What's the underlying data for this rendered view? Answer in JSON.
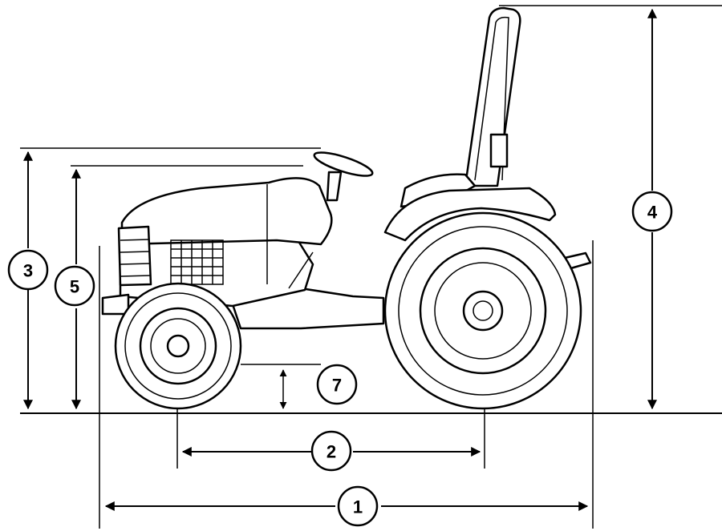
{
  "callouts": [
    {
      "id": "1",
      "label": "1"
    },
    {
      "id": "2",
      "label": "2"
    },
    {
      "id": "3",
      "label": "3"
    },
    {
      "id": "4",
      "label": "4"
    },
    {
      "id": "5",
      "label": "5"
    },
    {
      "id": "7",
      "label": "7"
    }
  ],
  "colors": {
    "line": "#000000",
    "background": "#ffffff"
  }
}
